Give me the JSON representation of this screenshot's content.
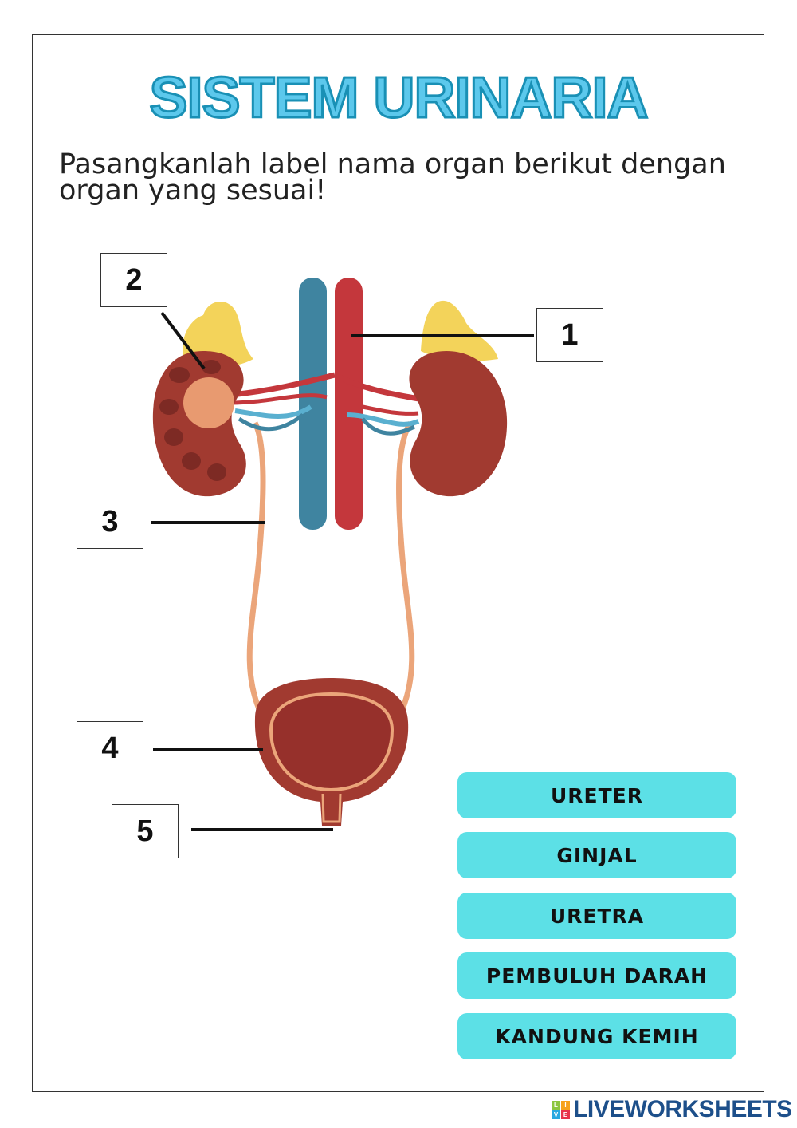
{
  "title": "SISTEM URINARIA",
  "instruction": "Pasangkanlah label nama organ berikut dengan organ yang sesuai!",
  "number_boxes": [
    "1",
    "2",
    "3",
    "4",
    "5"
  ],
  "labels": [
    "URETER",
    "GINJAL",
    "URETRA",
    "PEMBULUH DARAH",
    "KANDUNG KEMIH"
  ],
  "brand": {
    "name": "LIVEWORKSHEETS",
    "logo_letters": [
      "L",
      "I",
      "V",
      "E"
    ]
  },
  "colors": {
    "title_fill": "#5cc8ec",
    "title_stroke": "#1990b5",
    "label_bg": "#5ce0e6",
    "kidney": "#a13a30",
    "vein": "#3f84a0",
    "artery": "#c4373c",
    "adrenal": "#f3d35a",
    "ureter": "#eba57a"
  }
}
